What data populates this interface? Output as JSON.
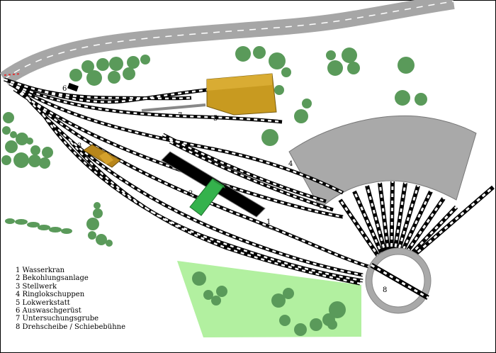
{
  "labels": {
    "n1": "1",
    "n2": "2",
    "n3": "3",
    "n4": "4",
    "n5": "5",
    "n6": "6",
    "n7": "7",
    "n8": "8"
  },
  "legend": [
    "1 Wasserkran",
    "2 Bekohlungsanlage",
    "3 Stellwerk",
    "4 Ringlokschuppen",
    "5 Lokwerkstatt",
    "6 Auswaschgerüst",
    "7 Untersuchungsgrube",
    "8 Drehscheibe / Schiebebühne"
  ],
  "colors": {
    "road": "#a6a6a6",
    "tree": "#5a9a5a",
    "meadow": "#b2f0a0",
    "workshop": "#c89a20",
    "coaling": "#34b24c",
    "shed": "#a9a9a9",
    "signalbox": "#b8861b"
  }
}
